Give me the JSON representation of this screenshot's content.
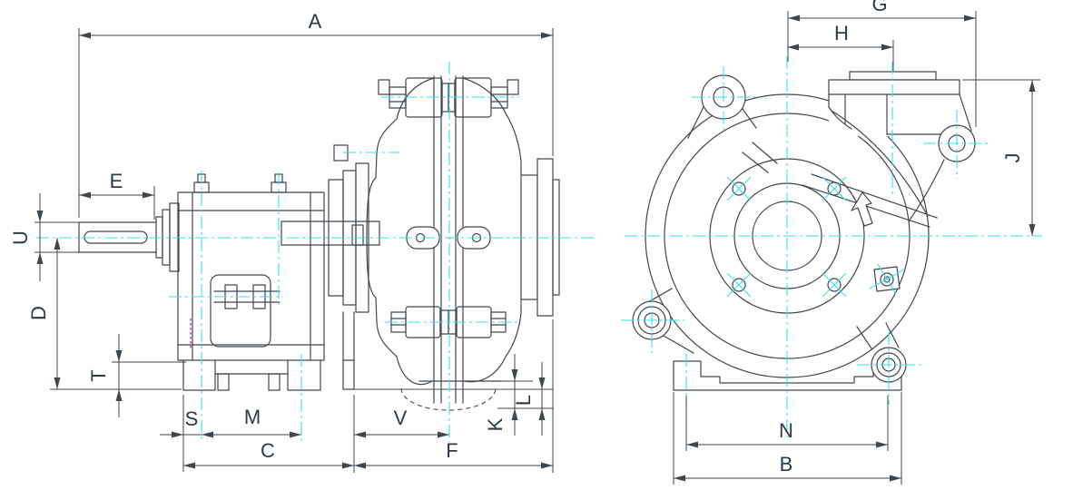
{
  "drawing": {
    "background": "#ffffff",
    "colors": {
      "line": "#3f474e",
      "centerline": "#35dff2",
      "highlight": "#c44fd0",
      "label": "#2c3947"
    },
    "side_view": {
      "dimension_labels": {
        "A": "A",
        "E": "E",
        "U": "U",
        "D": "D",
        "T": "T",
        "S": "S",
        "M": "M",
        "C": "C",
        "V": "V",
        "F": "F",
        "K": "K",
        "L": "L"
      }
    },
    "front_view": {
      "dimension_labels": {
        "G": "G",
        "H": "H",
        "J": "J",
        "N": "N",
        "B": "B"
      },
      "icons": {
        "rotation_arrow": "rotation-direction-arrow"
      }
    }
  }
}
